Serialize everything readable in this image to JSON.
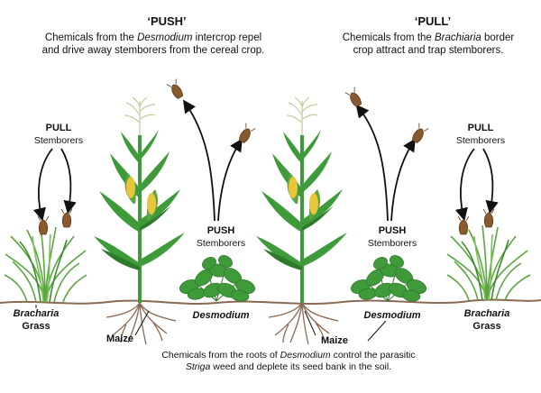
{
  "push": {
    "title": "‘PUSH’",
    "line1_pre": "Chemicals from the ",
    "line1_em": "Desmodium",
    "line1_post": " intercrop repel",
    "line2": "and drive away stemborers from the cereal crop."
  },
  "pull": {
    "title": "‘PULL’",
    "line1_pre": "Chemicals from the ",
    "line1_em": "Brachiaria",
    "line1_post": " border",
    "line2": "crop attract and trap stemborers."
  },
  "labels": {
    "pull_left": "PULL",
    "pull_left_sub": "Stemborers",
    "pull_right": "PULL",
    "pull_right_sub": "Stemborers",
    "push_left": "PUSH",
    "push_left_sub": "Stemborers",
    "push_right": "PUSH",
    "push_right_sub": "Stemborers"
  },
  "plants": {
    "bracharia_left_1": "Bracharia",
    "bracharia_left_2": "Grass",
    "maize_left": "Maize",
    "desmodium_left": "Desmodium",
    "maize_right": "Maize",
    "desmodium_right": "Desmodium",
    "bracharia_right_1": "Bracharia",
    "bracharia_right_2": "Grass"
  },
  "footer": {
    "line1_pre": "Chemicals from the roots of ",
    "line1_em": "Desmodium",
    "line1_post": " control the parasitic",
    "line2_em": "Striga",
    "line2_post": " weed and deplete its seed bank in the soil."
  },
  "colors": {
    "leaf": "#3f9a3a",
    "leaf_dark": "#2e7a2c",
    "grass": "#5aa640",
    "soil": "#8a6a52",
    "root": "#8a6a52",
    "cob": "#e8c63a",
    "insect": "#8a5a2e",
    "arrow": "#111111"
  }
}
